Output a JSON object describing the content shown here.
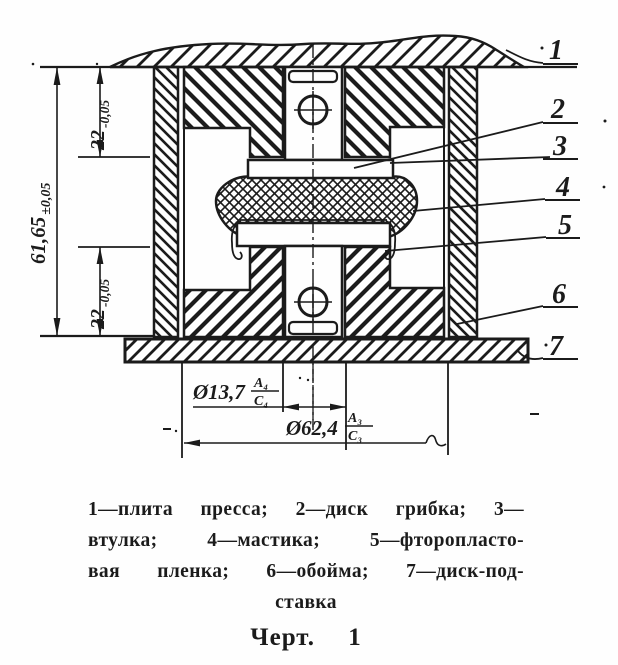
{
  "drawing": {
    "ink": "#1b1b1b",
    "paper": "#fefefe",
    "leaders": [
      "1",
      "2",
      "3",
      "4",
      "5",
      "6",
      "7"
    ],
    "dims": {
      "total_height": {
        "value": "61,65",
        "tol": "±0,05"
      },
      "upper_height": {
        "value": "22",
        "tol": "-0,05"
      },
      "lower_height": {
        "value": "22",
        "tol": "-0,05"
      },
      "small_dia": {
        "value": "Ø13,7",
        "fit_top": "A₄",
        "fit_bottom": "C₄"
      },
      "large_dia": {
        "value": "Ø62,4",
        "fit_top": "A₃",
        "fit_bottom": "C₃"
      }
    }
  },
  "caption": {
    "lines": [
      "1—плита пресса; 2—диск грибка; 3—",
      "втулка; 4—мастика; 5—фторопласто-",
      "вая пленка; 6—обойма; 7—диск-под-",
      "ставка"
    ],
    "figure_label": "Черт. 1"
  }
}
